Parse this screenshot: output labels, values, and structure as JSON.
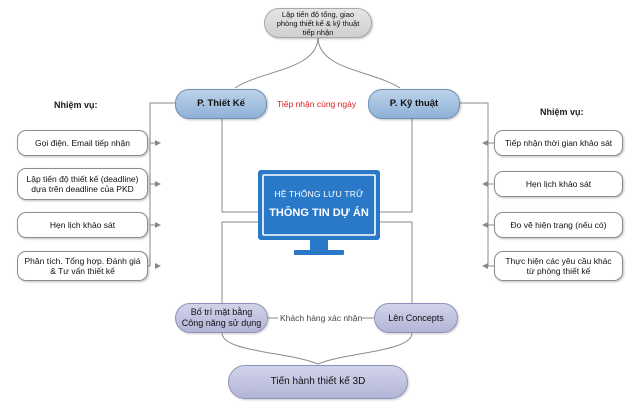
{
  "top_node": "Lập tiến độ tổng, giao phòng thiết kế & kỹ thuật tiếp nhận",
  "dept_design": "P. Thiết Kế",
  "dept_tech": "P. Kỹ thuật",
  "receive_label": "Tiếp nhận cùng ngày",
  "left_tasks_title": "Nhiệm vụ:",
  "right_tasks_title": "Nhiệm vụ:",
  "left_tasks": [
    "Gọi điện. Email tiếp nhận",
    "Lập tiến độ thiết kế (deadline) dựa trên deadline của PKD",
    "Hẹn lịch khảo sát",
    "Phân tích. Tổng hợp. Đánh giá & Tư vấn thiết kế"
  ],
  "right_tasks": [
    "Tiếp nhận thời gian khảo sát",
    "Hẹn lịch khảo sát",
    "Đo vẽ hiện trạng (nếu có)",
    "Thực hiện các yêu cầu khác từ phòng thiết kế"
  ],
  "storage_title": "HỆ THỐNG LƯU TRỮ",
  "storage_main": "THÔNG TIN DỰ ÁN",
  "layout_node": "Bố trí mặt bằng Công năng sử dụng",
  "concepts_node": "Lên Concepts",
  "confirm_label": "Khách hàng xác nhận",
  "bottom_node": "Tiến hành thiết kế 3D",
  "colors": {
    "monitor_blue": "#2a79c9",
    "dept_blue": "#9dbcdf",
    "accent_red": "#e0201b",
    "grey_node": "#d9d9d9",
    "lavender_node": "#c1c3e0"
  }
}
